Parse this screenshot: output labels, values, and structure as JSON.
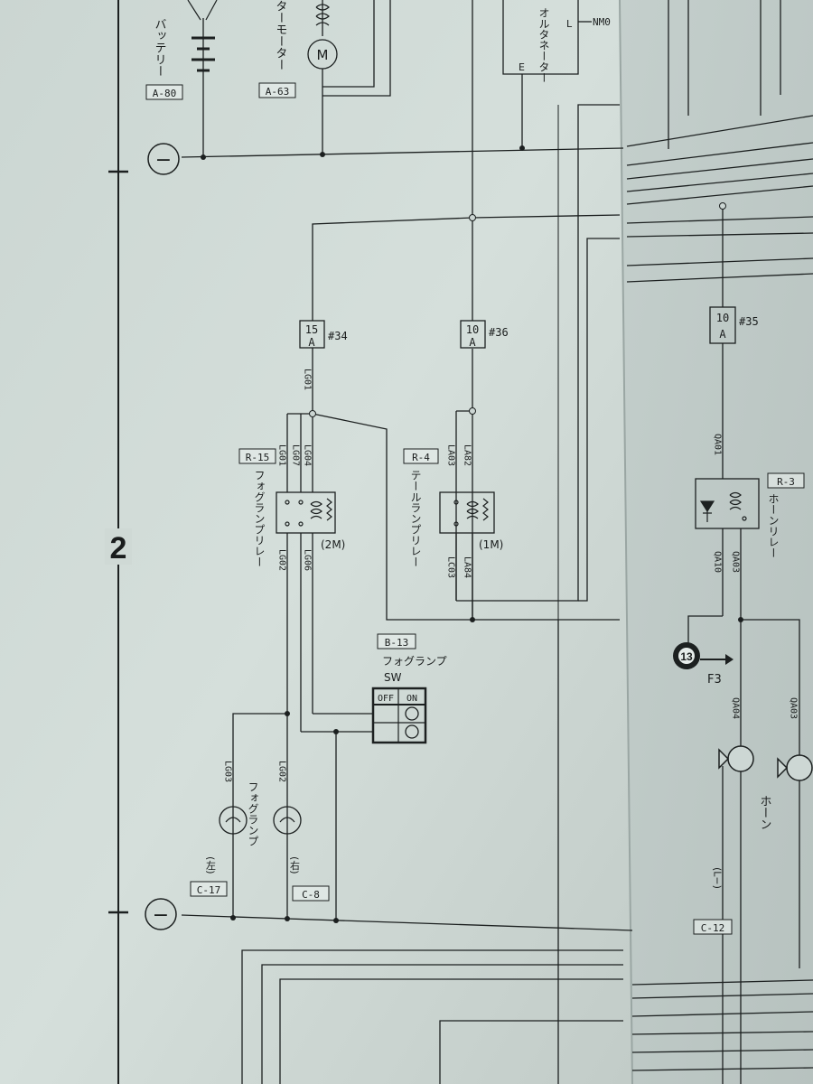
{
  "sheet": {
    "section_number": "2",
    "ground_symbol": "−"
  },
  "components": {
    "battery": {
      "name": "バッテリー",
      "code": "A-80"
    },
    "starter_motor": {
      "name": "ターモーター",
      "code": "A-63",
      "symbol": "M"
    },
    "alternator": {
      "name": "オルタネーター",
      "terminal_l": "L",
      "terminal_e": "E",
      "wire_l": "NM0"
    },
    "fuse_34": {
      "rating_top": "15",
      "rating_bottom": "A",
      "id": "#34"
    },
    "fuse_36": {
      "rating_top": "10",
      "rating_bottom": "A",
      "id": "#36"
    },
    "fuse_35": {
      "rating_top": "10",
      "rating_bottom": "A",
      "id": "#35"
    },
    "fog_relay": {
      "name": "フォグランプリレー",
      "code": "R-15",
      "type": "(2M)"
    },
    "tail_relay": {
      "name": "テールランプリレー",
      "code": "R-4",
      "type": "(1M)"
    },
    "horn_relay": {
      "name": "ホーンリレー",
      "code": "R-3"
    },
    "fog_switch": {
      "name": "フォグランプ",
      "name2": "SW",
      "code": "B-13",
      "off": "OFF",
      "on": "ON"
    },
    "fog_lamp": {
      "name": "フォグランプ",
      "left": "(左)",
      "right": "(右)",
      "code_left": "C-17",
      "code_right": "C-8"
    },
    "horn": {
      "name": "ホーン",
      "variant": "(L−)",
      "code": "C-12"
    },
    "connector_13": {
      "number": "13",
      "target": "F3"
    }
  },
  "wires": {
    "lg01": "LG01",
    "lg07": "LG07",
    "lg04": "LG04",
    "lg02": "LG02",
    "lg06": "LG06",
    "lg03": "LG03",
    "la03": "LA03",
    "la82": "LA82",
    "lc03": "LC03",
    "la84": "LA84",
    "qa01": "QA01",
    "qa10": "QA10",
    "qa03": "QA03",
    "qa04": "QA04"
  }
}
